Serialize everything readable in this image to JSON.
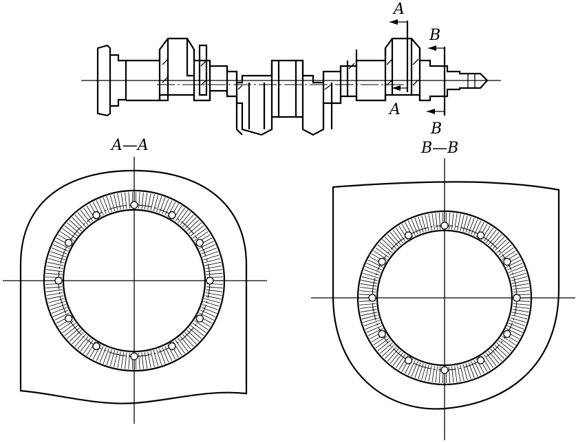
{
  "labels": {
    "section_a_top": "A",
    "section_a_bottom": "A",
    "section_b_top": "B",
    "section_b_bottom": "B",
    "section_a_title": "A—A",
    "section_b_title": "B—B"
  },
  "sections": [
    {
      "id": "A",
      "hole_count": 12
    },
    {
      "id": "B",
      "hole_count": 12
    }
  ]
}
